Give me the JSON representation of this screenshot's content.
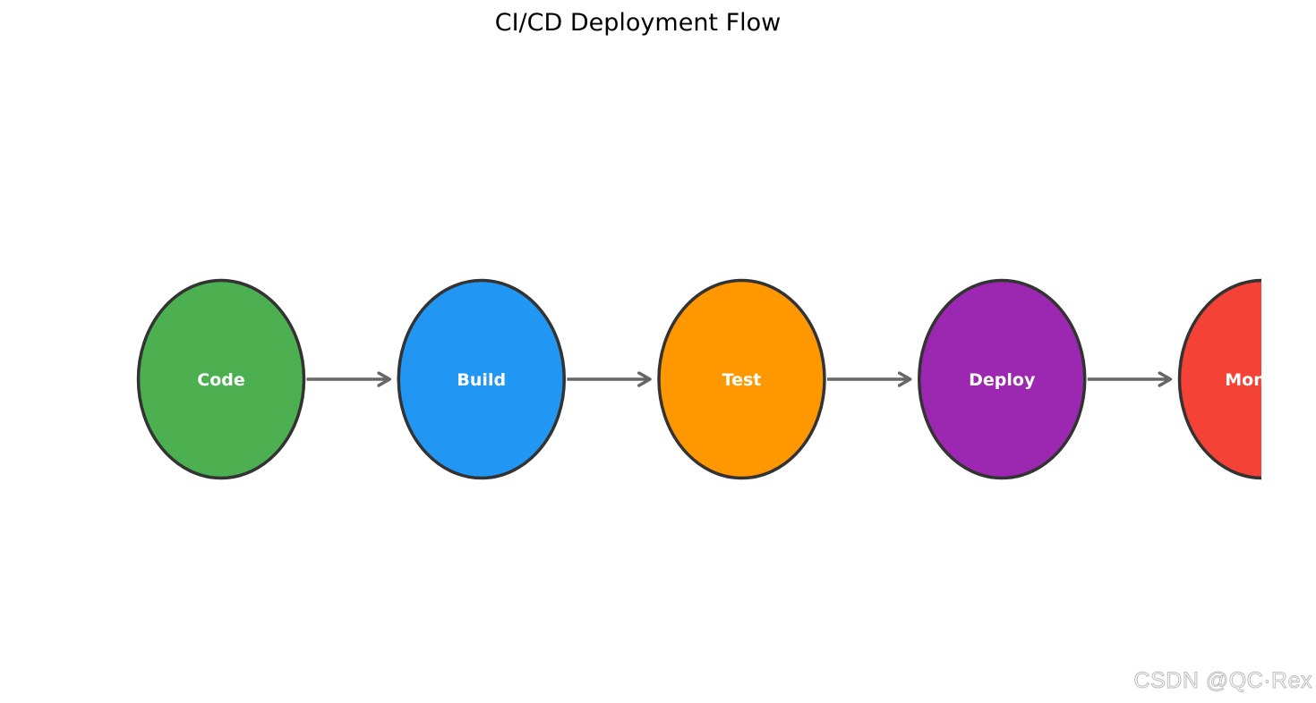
{
  "title": "CI/CD Deployment Flow",
  "stages": [
    {
      "label": "Code",
      "color": "#4CAF50"
    },
    {
      "label": "Build",
      "color": "#2196F3"
    },
    {
      "label": "Test",
      "color": "#FF9800"
    },
    {
      "label": "Deploy",
      "color": "#9C27B0"
    },
    {
      "label": "Monitor",
      "color": "#F44336"
    }
  ],
  "colors": {
    "outline": "#333333",
    "arrow": "#666666"
  },
  "watermark": "CSDN @QC·Rex"
}
